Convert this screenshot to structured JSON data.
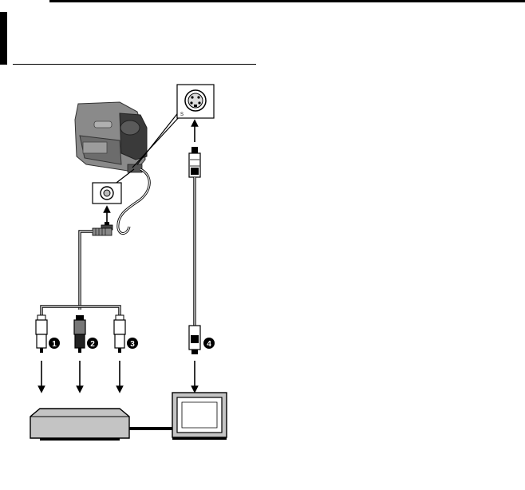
{
  "diagram": {
    "s_port_label": "S",
    "connector_numbers": [
      "1",
      "2",
      "3",
      "4"
    ]
  },
  "colors": {
    "ink": "#000000",
    "camera_body": "#8a8a8a",
    "camera_dark": "#3a3a3a",
    "device_fill": "#c4c4c4",
    "white": "#ffffff"
  },
  "icons": [
    "camcorder-icon",
    "s-video-port-icon",
    "av-port-icon",
    "vcr-icon",
    "tv-icon"
  ]
}
